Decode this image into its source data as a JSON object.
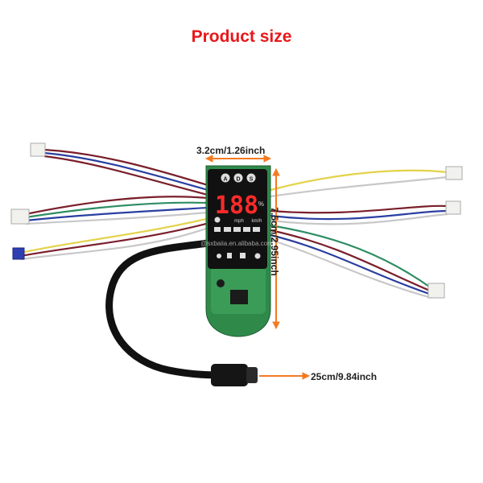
{
  "title": "Product size",
  "dimensions": {
    "width_label": "3.2cm/1.26inch",
    "height_label": "7.5cm/2.95inch",
    "cable_label": "25cm/9.84inch"
  },
  "display": {
    "digits": "188",
    "percent_sign": "%",
    "unit_mph": "mph",
    "unit_kmh": "km/h",
    "top_buttons": [
      "A",
      "D",
      "S"
    ]
  },
  "watermark": "@sxbaiia.en.alibaba.com",
  "colors": {
    "title": "#e8171a",
    "arrow": "#f47a22",
    "pcb": "#2f8a4a",
    "panel": "#111111",
    "display_red": "#ff2a2a"
  }
}
